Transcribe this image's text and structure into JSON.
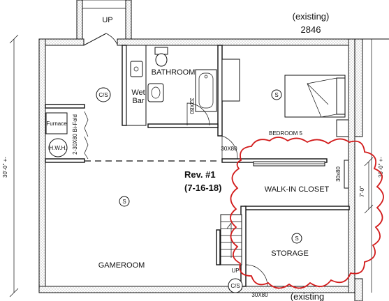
{
  "header": {
    "existing_top": "(existing)",
    "number": "2846",
    "existing_bottom": "(existing"
  },
  "dimensions": {
    "left": "30'-0\" +-",
    "right": "30'-0\" +-",
    "closet_height": "7'-0\""
  },
  "rooms": {
    "bathroom": "BATHROOM",
    "wet_bar_line1": "Wet",
    "wet_bar_line2": "Bar",
    "bedroom": "BEDROOM 5",
    "walk_in_closet": "WALK-IN CLOSET",
    "storage": "STORAGE",
    "gameroom": "GAMEROOM",
    "furnace": "Furnace",
    "hwh": "H.W.H."
  },
  "doors": {
    "bath_door": "32X80",
    "bedroom_door": "30X80",
    "closet_door": "30x80",
    "storage_door": "30X80",
    "bifold": "2-30X80 Bi-Fold"
  },
  "symbols": {
    "cs_top": "C/S",
    "cs_bottom": "C/S",
    "smoke": "S"
  },
  "stairs": {
    "up_top": "UP",
    "up_bottom": "UP"
  },
  "revision": {
    "number": "Rev. #1",
    "date": "(7-16-18)"
  },
  "colors": {
    "line": "#111111",
    "revision_cloud": "#d21a1a",
    "wall_hatch": "#777777"
  }
}
